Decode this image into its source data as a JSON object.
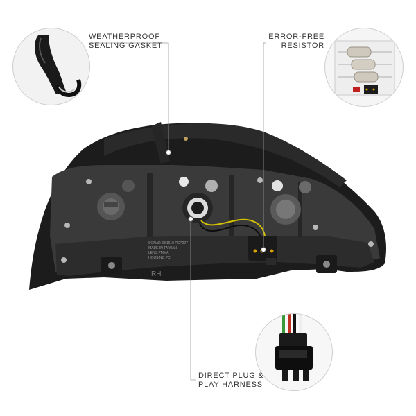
{
  "callouts": {
    "gasket": {
      "line1": "WEATHERPROOF",
      "line2": "SEALING GASKET",
      "icon": "gasket-closeup"
    },
    "resistor": {
      "line1": "ERROR-FREE",
      "line2": "RESISTOR",
      "icon": "resistor-closeup"
    },
    "harness": {
      "line1": "DIRECT PLUG &",
      "line2": "PLAY HARNESS",
      "icon": "connector-closeup"
    }
  },
  "housing_markings": {
    "line1": "SONAR SK1610 PCP227",
    "line2": "MADE IN TAIWAN",
    "line3": "LENS:PMMA",
    "line4": "HOUSING:PC",
    "side": "RH"
  },
  "colors": {
    "housing": "#1e1e1e",
    "wire_yellow": "#d4c200",
    "wire_green": "#3a9a3a",
    "wire_red": "#c03020",
    "leader": "#9a9a9a"
  }
}
